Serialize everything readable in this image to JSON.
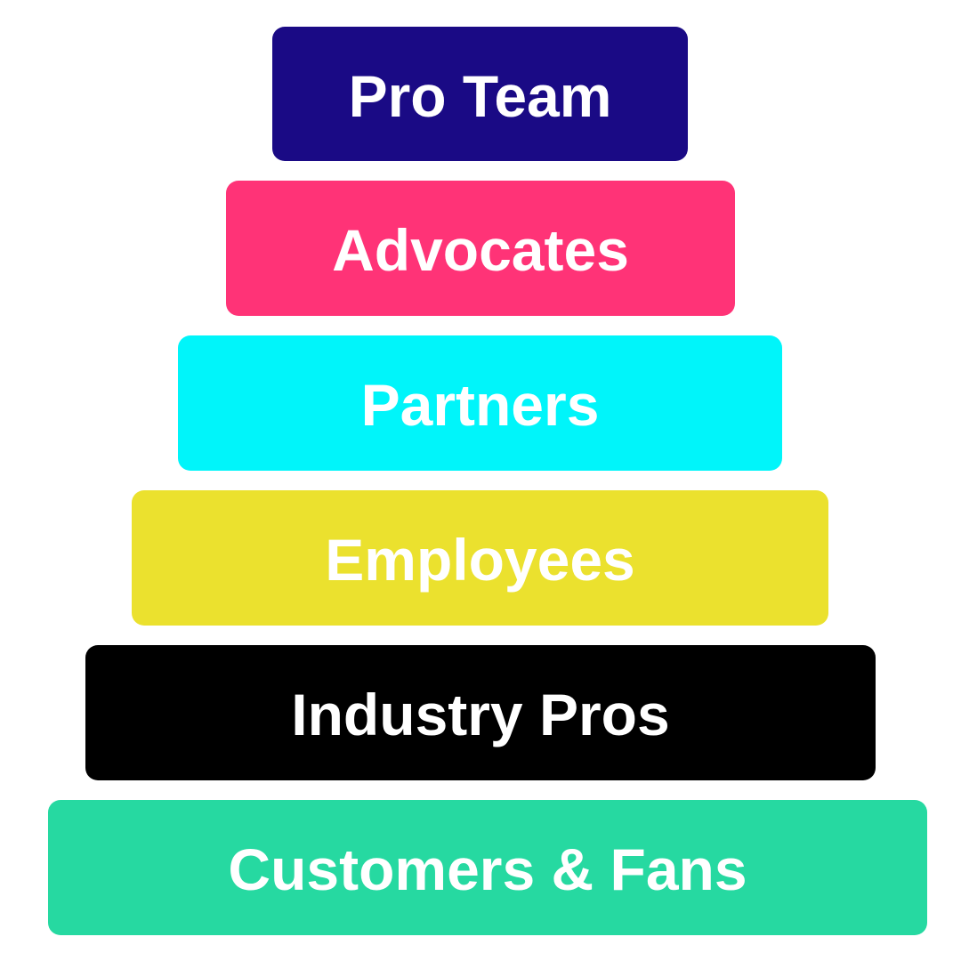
{
  "diagram": {
    "type": "pyramid",
    "tiers": [
      {
        "label": "Pro Team",
        "color": "#1a0a85"
      },
      {
        "label": "Advocates",
        "color": "#ff3377"
      },
      {
        "label": "Partners",
        "color": "#00f5fa"
      },
      {
        "label": "Employees",
        "color": "#ebe12e"
      },
      {
        "label": "Industry Pros",
        "color": "#000000"
      },
      {
        "label": "Customers & Fans",
        "color": "#26d9a1"
      }
    ]
  }
}
